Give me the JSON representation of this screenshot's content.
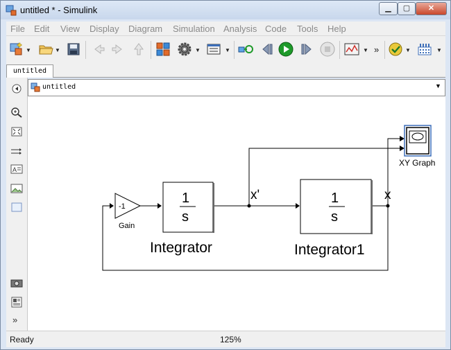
{
  "window": {
    "title": "untitled * - Simulink"
  },
  "menu": [
    "File",
    "Edit",
    "View",
    "Display",
    "Diagram",
    "Simulation",
    "Analysis",
    "Code",
    "Tools",
    "Help"
  ],
  "tab": {
    "label": "untitled"
  },
  "address": {
    "path": "untitled"
  },
  "diagram": {
    "gain_value": "-1",
    "gain_label": "Gain",
    "integrator": {
      "num": "1",
      "den": "s",
      "label": "Integrator"
    },
    "integrator1": {
      "num": "1",
      "den": "s",
      "label": "Integrator1"
    },
    "signal_xprime": "x'",
    "signal_x": "x",
    "xy_graph_label": "XY Graph"
  },
  "status": {
    "text": "Ready",
    "zoom": "125%"
  },
  "colors": {
    "play": "#1e9a2a",
    "accent": "#3b6db8"
  }
}
